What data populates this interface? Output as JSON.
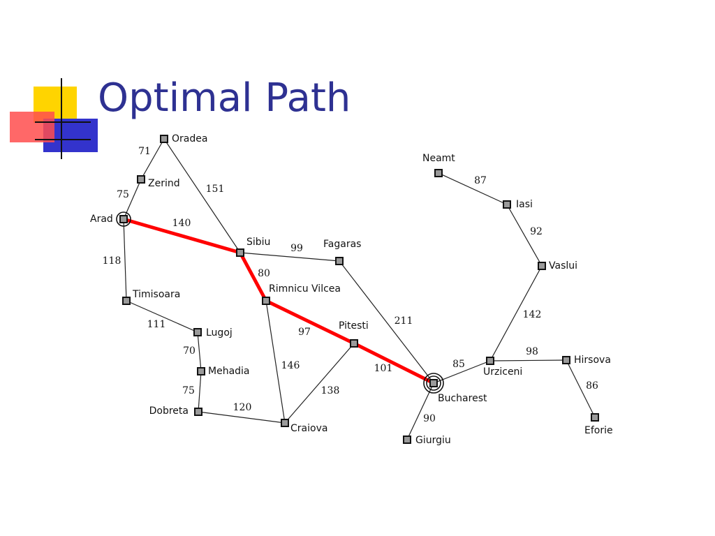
{
  "slide": {
    "title": "Optimal Path"
  },
  "colors": {
    "title": "#2e3192",
    "path": "#ff0000",
    "logo_yellow": "#ffd400",
    "logo_blue": "#3333cc",
    "logo_red": "#ff4d4d"
  },
  "graph": {
    "cities": [
      {
        "id": "oradea",
        "label": "Oradea"
      },
      {
        "id": "zerind",
        "label": "Zerind"
      },
      {
        "id": "arad",
        "label": "Arad"
      },
      {
        "id": "timisoara",
        "label": "Timisoara"
      },
      {
        "id": "lugoj",
        "label": "Lugoj"
      },
      {
        "id": "mehadia",
        "label": "Mehadia"
      },
      {
        "id": "dobreta",
        "label": "Dobreta"
      },
      {
        "id": "craiova",
        "label": "Craiova"
      },
      {
        "id": "sibiu",
        "label": "Sibiu"
      },
      {
        "id": "rimnicu",
        "label": "Rimnicu Vilcea"
      },
      {
        "id": "fagaras",
        "label": "Fagaras"
      },
      {
        "id": "pitesti",
        "label": "Pitesti"
      },
      {
        "id": "bucharest",
        "label": "Bucharest"
      },
      {
        "id": "giurgiu",
        "label": "Giurgiu"
      },
      {
        "id": "urziceni",
        "label": "Urziceni"
      },
      {
        "id": "hirsova",
        "label": "Hirsova"
      },
      {
        "id": "eforie",
        "label": "Eforie"
      },
      {
        "id": "vaslui",
        "label": "Vaslui"
      },
      {
        "id": "iasi",
        "label": "Iasi"
      },
      {
        "id": "neamt",
        "label": "Neamt"
      }
    ],
    "roads": [
      {
        "from": "oradea",
        "to": "zerind",
        "distance": "71"
      },
      {
        "from": "zerind",
        "to": "arad",
        "distance": "75"
      },
      {
        "from": "oradea",
        "to": "sibiu",
        "distance": "151"
      },
      {
        "from": "arad",
        "to": "sibiu",
        "distance": "140"
      },
      {
        "from": "arad",
        "to": "timisoara",
        "distance": "118"
      },
      {
        "from": "timisoara",
        "to": "lugoj",
        "distance": "111"
      },
      {
        "from": "lugoj",
        "to": "mehadia",
        "distance": "70"
      },
      {
        "from": "mehadia",
        "to": "dobreta",
        "distance": "75"
      },
      {
        "from": "dobreta",
        "to": "craiova",
        "distance": "120"
      },
      {
        "from": "sibiu",
        "to": "fagaras",
        "distance": "99"
      },
      {
        "from": "sibiu",
        "to": "rimnicu",
        "distance": "80"
      },
      {
        "from": "rimnicu",
        "to": "pitesti",
        "distance": "97"
      },
      {
        "from": "rimnicu",
        "to": "craiova",
        "distance": "146"
      },
      {
        "from": "craiova",
        "to": "pitesti",
        "distance": "138"
      },
      {
        "from": "fagaras",
        "to": "bucharest",
        "distance": "211"
      },
      {
        "from": "pitesti",
        "to": "bucharest",
        "distance": "101"
      },
      {
        "from": "bucharest",
        "to": "giurgiu",
        "distance": "90"
      },
      {
        "from": "bucharest",
        "to": "urziceni",
        "distance": "85"
      },
      {
        "from": "urziceni",
        "to": "hirsova",
        "distance": "98"
      },
      {
        "from": "hirsova",
        "to": "eforie",
        "distance": "86"
      },
      {
        "from": "urziceni",
        "to": "vaslui",
        "distance": "142"
      },
      {
        "from": "vaslui",
        "to": "iasi",
        "distance": "92"
      },
      {
        "from": "iasi",
        "to": "neamt",
        "distance": "87"
      }
    ],
    "optimal_path": [
      "arad",
      "sibiu",
      "rimnicu",
      "pitesti",
      "bucharest"
    ],
    "highlighted_nodes": [
      "arad",
      "bucharest"
    ]
  }
}
